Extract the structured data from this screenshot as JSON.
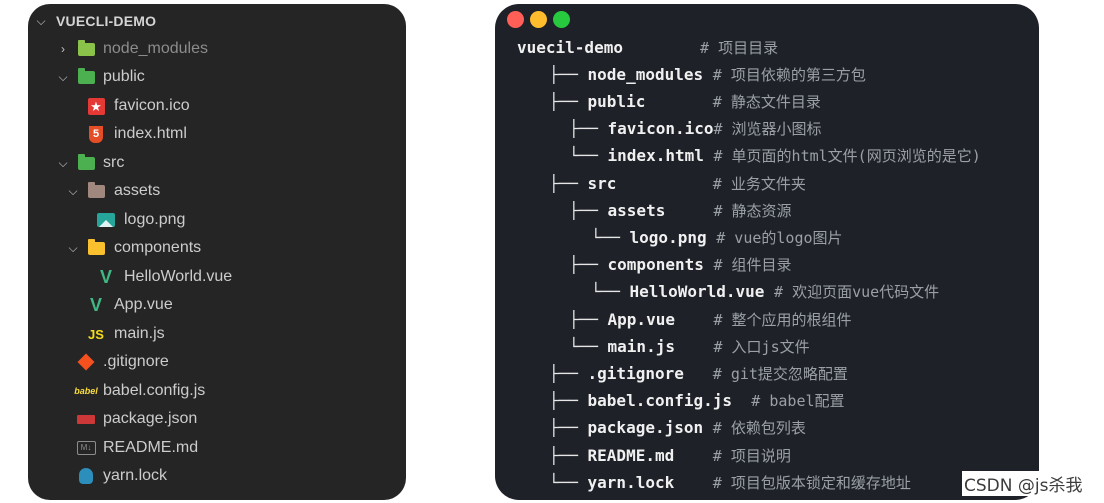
{
  "explorer": {
    "root": "VUECLI-DEMO",
    "items": [
      {
        "label": "node_modules",
        "icon": "node-modules-folder-icon",
        "type": "folder",
        "state": "collapsed"
      },
      {
        "label": "public",
        "icon": "public-folder-icon",
        "type": "folder",
        "state": "expanded"
      },
      {
        "label": "favicon.ico",
        "icon": "favicon-icon",
        "type": "file"
      },
      {
        "label": "index.html",
        "icon": "html5-icon",
        "type": "file"
      },
      {
        "label": "src",
        "icon": "src-folder-icon",
        "type": "folder",
        "state": "expanded"
      },
      {
        "label": "assets",
        "icon": "assets-folder-icon",
        "type": "folder",
        "state": "expanded"
      },
      {
        "label": "logo.png",
        "icon": "image-file-icon",
        "type": "file"
      },
      {
        "label": "components",
        "icon": "components-folder-icon",
        "type": "folder",
        "state": "expanded"
      },
      {
        "label": "HelloWorld.vue",
        "icon": "vue-icon",
        "type": "file"
      },
      {
        "label": "App.vue",
        "icon": "vue-icon",
        "type": "file"
      },
      {
        "label": "main.js",
        "icon": "js-icon",
        "type": "file"
      },
      {
        "label": ".gitignore",
        "icon": "git-icon",
        "type": "file"
      },
      {
        "label": "babel.config.js",
        "icon": "babel-icon",
        "type": "file"
      },
      {
        "label": "package.json",
        "icon": "npm-icon",
        "type": "file"
      },
      {
        "label": "README.md",
        "icon": "markdown-icon",
        "type": "file"
      },
      {
        "label": "yarn.lock",
        "icon": "yarn-icon",
        "type": "file"
      }
    ]
  },
  "terminal": {
    "window_dots": [
      "#ff5f56",
      "#ffbd2e",
      "#27c93f"
    ],
    "lines": [
      {
        "prefix": "",
        "name": "vuecil-demo",
        "gap": "        ",
        "comment": "# 项目目录"
      },
      {
        "prefix": "├── ",
        "name": "node_modules",
        "gap": " ",
        "comment": "# 项目依赖的第三方包"
      },
      {
        "prefix": "├── ",
        "name": "public",
        "gap": "       ",
        "comment": "# 静态文件目录"
      },
      {
        "prefix": "├── ",
        "name": "favicon.ico",
        "gap": "",
        "comment": "# 浏览器小图标"
      },
      {
        "prefix": "└── ",
        "name": "index.html",
        "gap": " ",
        "comment": "# 单页面的html文件(网页浏览的是它)"
      },
      {
        "prefix": "├── ",
        "name": "src",
        "gap": "          ",
        "comment": "# 业务文件夹"
      },
      {
        "prefix": "├── ",
        "name": "assets",
        "gap": "     ",
        "comment": "# 静态资源"
      },
      {
        "prefix": "└── ",
        "name": "logo.png",
        "gap": " ",
        "comment": "# vue的logo图片"
      },
      {
        "prefix": "├── ",
        "name": "components",
        "gap": " ",
        "comment": "# 组件目录"
      },
      {
        "prefix": "└── ",
        "name": "HelloWorld.vue",
        "gap": " ",
        "comment": "# 欢迎页面vue代码文件"
      },
      {
        "prefix": "├── ",
        "name": "App.vue",
        "gap": "    ",
        "comment": "# 整个应用的根组件"
      },
      {
        "prefix": "└── ",
        "name": "main.js",
        "gap": "    ",
        "comment": "# 入口js文件"
      },
      {
        "prefix": "├── ",
        "name": ".gitignore",
        "gap": "   ",
        "comment": "# git提交忽略配置"
      },
      {
        "prefix": "├── ",
        "name": "babel.config.js",
        "gap": "  ",
        "comment": "# babel配置"
      },
      {
        "prefix": "├── ",
        "name": "package.json",
        "gap": " ",
        "comment": "# 依赖包列表"
      },
      {
        "prefix": "├── ",
        "name": "README.md",
        "gap": "    ",
        "comment": "# 项目说明"
      },
      {
        "prefix": "└── ",
        "name": "yarn.lock",
        "gap": "    ",
        "comment": "# 项目包版本锁定和缓存地址"
      }
    ]
  },
  "watermark": "CSDN @js杀我"
}
